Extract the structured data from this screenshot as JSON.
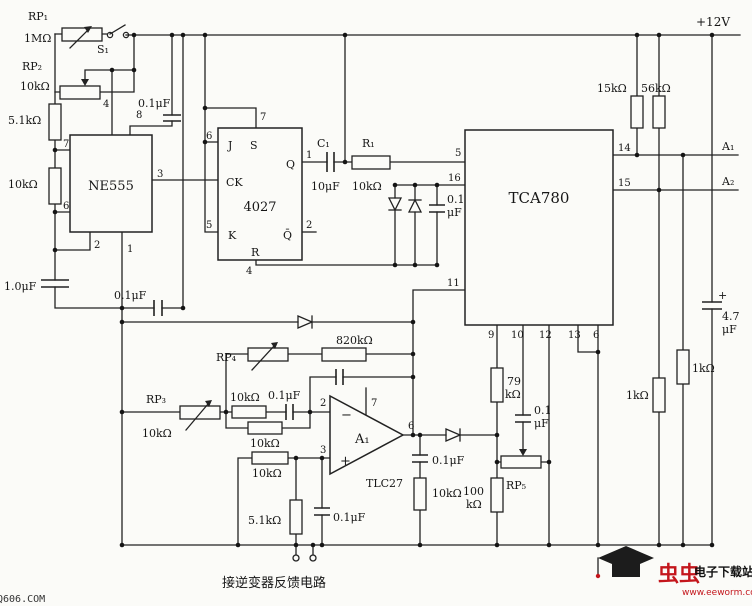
{
  "meta": {
    "bg": "#fbfbf8",
    "ink": "#222222",
    "accent_red": "#c4161c"
  },
  "power": {
    "rail": "+12V",
    "out1": "A₁",
    "out2": "A₂"
  },
  "ics": {
    "ne555": "NE555",
    "ff4027": "4027",
    "tca780": "TCA780",
    "opamp_name": "A₁",
    "opamp_part": "TLC27",
    "minus": "−",
    "plus": "+",
    "ff_j": "J",
    "ff_s": "S",
    "ff_ck": "CK",
    "ff_k": "K",
    "ff_q": "Q",
    "ff_qbar": "Q̄",
    "ff_r": "R"
  },
  "pins": {
    "ne555_7": "7",
    "ne555_4": "4",
    "ne555_8": "8",
    "ne555_3": "3",
    "ne555_6": "6",
    "ne555_2": "2",
    "ne555_1": "1",
    "ff_6": "6",
    "ff_7": "7",
    "ff_5": "5",
    "ff_1": "1",
    "ff_2": "2",
    "ff_4": "4",
    "tca_5": "5",
    "tca_16": "16",
    "tca_11": "11",
    "tca_14": "14",
    "tca_15": "15",
    "tca_9": "9",
    "tca_10": "10",
    "tca_12": "12",
    "tca_13": "13",
    "tca_6": "6",
    "op_2": "2",
    "op_3": "3",
    "op_7": "7",
    "op_6": "6"
  },
  "parts": {
    "rp1": "RP₁",
    "rp1_val": "1MΩ",
    "s1": "S₁",
    "rp2": "RP₂",
    "rp2_val": "10kΩ",
    "r_5k1_left": "5.1kΩ",
    "r_10k_left": "10kΩ",
    "c_0u1_top": "0.1μF",
    "c_1u0": "1.0μF",
    "c_0u1_under": "0.1μF",
    "c1": "C₁",
    "c1_val": "10μF",
    "r1": "R₁",
    "r1_val": "10kΩ",
    "c_0u1_diode_a": "0.1",
    "c_0u1_diode_b": "μF",
    "r_15k": "15kΩ",
    "r_56k": "56kΩ",
    "c_4u7_plus": "+",
    "c_4u7_a": "4.7",
    "c_4u7_b": "μF",
    "r_1k_a": "1kΩ",
    "r_1k_b": "1kΩ",
    "r_820k": "820kΩ",
    "rp4": "RP₄",
    "rp3": "RP₃",
    "rp3_val": "10kΩ",
    "r_10k_in": "10kΩ",
    "c_0u1_in": "0.1μF",
    "r_10k_par": "10kΩ",
    "r_10k_p3": "10kΩ",
    "r_5k1_p3": "5.1kΩ",
    "c_0u1_p3": "0.1μF",
    "c_0u1_out": "0.1μF",
    "r_10k_out": "10kΩ",
    "r_79k_a": "79",
    "r_79k_b": "kΩ",
    "c_0u1_p10_a": "0.1",
    "c_0u1_p10_b": "μF",
    "rp5": "RP₅",
    "r_100k_a": "100",
    "r_100k_b": "kΩ"
  },
  "annotations": {
    "feedback_note": "接逆变器反馈电路"
  },
  "watermark": {
    "brand": "虫虫",
    "site": "电子下载站",
    "url": "www.eeworm.com",
    "corner": "Q606.COM"
  }
}
